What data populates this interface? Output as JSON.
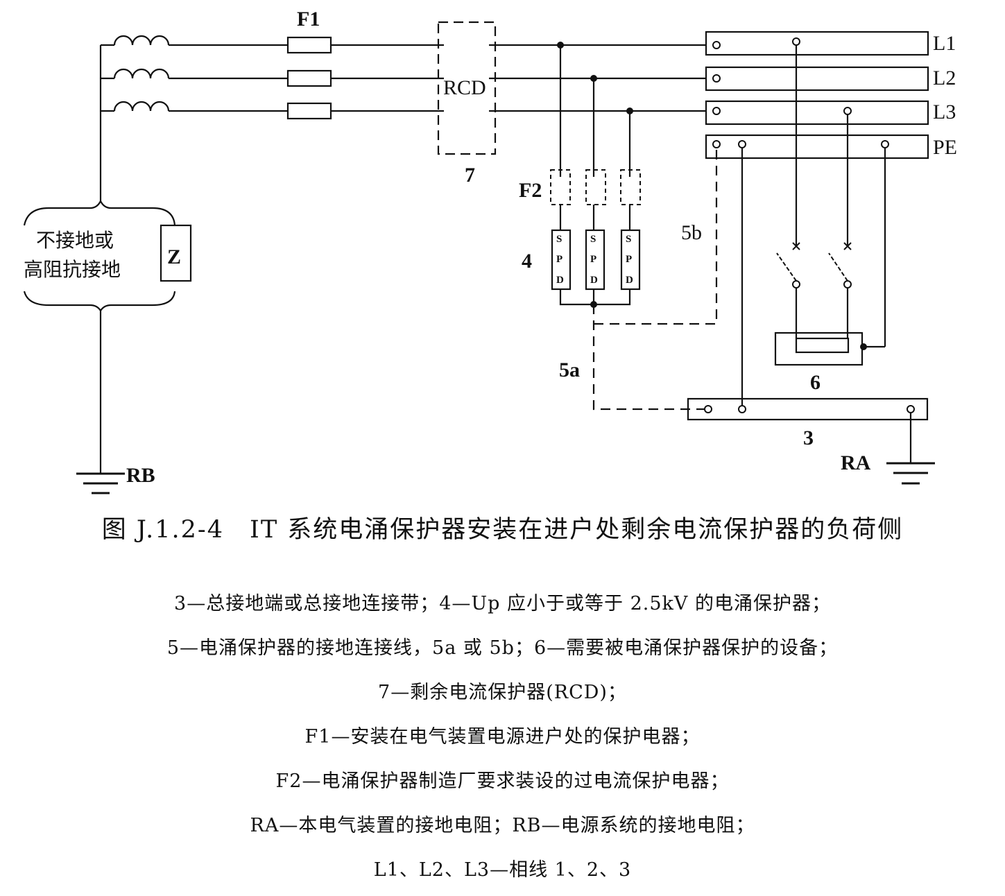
{
  "diagram": {
    "labels": {
      "f1": "F1",
      "rcd": "RCD",
      "rcd_no": "7",
      "f2": "F2",
      "spd_no": "4",
      "spd_letters": [
        "S",
        "P",
        "D"
      ],
      "l1": "L1",
      "l2": "L2",
      "l3": "L3",
      "pe": "PE",
      "link_5a": "5a",
      "link_5b": "5b",
      "equipment_no": "6",
      "bar_no": "3",
      "ra": "RA",
      "rb": "RB",
      "neutral_line1": "不接地或",
      "neutral_line2": "高阻抗接地",
      "z": "Z"
    }
  },
  "caption": "图 J.1.2-4　IT 系统电涌保护器安装在进户处剩余电流保护器的负荷侧",
  "legend": {
    "line1": "3—总接地端或总接地连接带；4—Up 应小于或等于 2.5kV 的电涌保护器；",
    "line2": "5—电涌保护器的接地连接线，5a 或 5b；6—需要被电涌保护器保护的设备；",
    "line3": "7—剩余电流保护器(RCD)；",
    "line4": "F1—安装在电气装置电源进户处的保护电器；",
    "line5": "F2—电涌保护器制造厂要求装设的过电流保护电器；",
    "line6": "RA—本电气装置的接地电阻；RB—电源系统的接地电阻；",
    "line7": "L1、L2、L3—相线 1、2、3"
  }
}
